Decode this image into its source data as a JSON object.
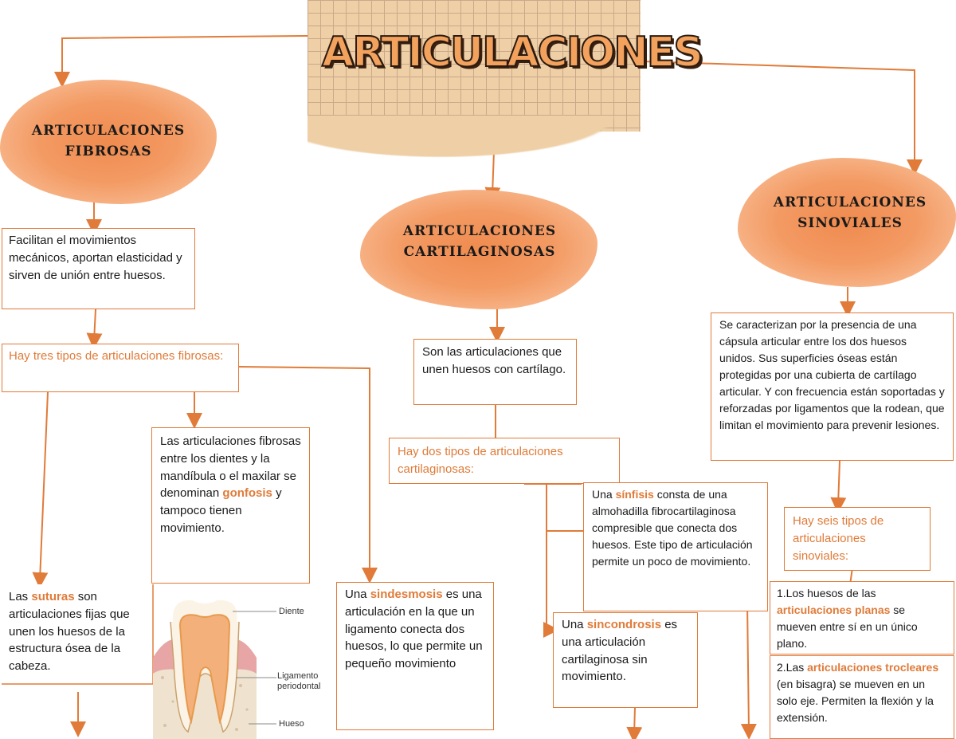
{
  "title": "ARTICULACIONES",
  "categories": {
    "fibrosas": {
      "line1": "ARTICULACIONES",
      "line2": "FIBROSAS"
    },
    "cartilaginosas": {
      "line1": "ARTICULACIONES",
      "line2": "CARTILAGINOSAS"
    },
    "sinoviales": {
      "line1": "ARTICULACIONES",
      "line2": "SINOVIALES"
    }
  },
  "fibrosas": {
    "description": "Facilitan el movimientos mecánicos, aportan elasticidad y sirven de unión entre huesos.",
    "types_heading": "Hay tres tipos de articulaciones fibrosas:",
    "gonfosis": {
      "pre": "Las articulaciones fibrosas entre los dientes y la mandíbula o el maxilar se denominan ",
      "term": "gonfosis",
      "post": " y tampoco tienen movimiento."
    },
    "suturas": {
      "pre": "Las ",
      "term": "suturas",
      "post": " son articulaciones fijas que unen los huesos de la estructura ósea de la cabeza."
    },
    "sindesmosis": {
      "pre": "Una ",
      "term": "sindesmosis",
      "post": " es una articulación en la que un ligamento conecta dos huesos, lo que permite un pequeño movimiento"
    }
  },
  "tooth_diagram": {
    "labels": [
      "Diente",
      "Ligamento periodontal",
      "Hueso"
    ]
  },
  "cartilaginosas": {
    "description": "Son las articulaciones que unen huesos con cartílago.",
    "types_heading": "Hay dos tipos de articulaciones cartilaginosas:",
    "sinfisis": {
      "pre": "Una ",
      "term": "sínfisis",
      "post": " consta de una almohadilla fibrocartilaginosa compresible que conecta dos huesos. Este tipo de articulación permite un poco de movimiento."
    },
    "sincondrosis": {
      "pre": "Una ",
      "term": "sincondrosis",
      "post": " es una articulación cartilaginosa sin movimiento."
    }
  },
  "sinoviales": {
    "description": "Se caracterizan por la presencia de una cápsula articular entre los dos huesos unidos. Sus superficies óseas están protegidas por una cubierta de cartílago articular. Y con frecuencia están soportadas y reforzadas por ligamentos que la rodean, que limitan el movimiento para prevenir lesiones.",
    "types_heading": "Hay seis tipos de articulaciones sinoviales:",
    "planas": {
      "pre": "1.Los huesos de las ",
      "term": "articulaciones planas",
      "post": " se mueven entre sí en un único plano."
    },
    "trocleares": {
      "pre": "2.Las ",
      "term": "articulaciones trocleares",
      "post": " (en bisagra) se mueven en un solo eje. Permiten la flexión y la extensión."
    }
  },
  "colors": {
    "accent": "#e07b39",
    "blob": "#f39a63",
    "title_fill": "#f2a25d"
  }
}
